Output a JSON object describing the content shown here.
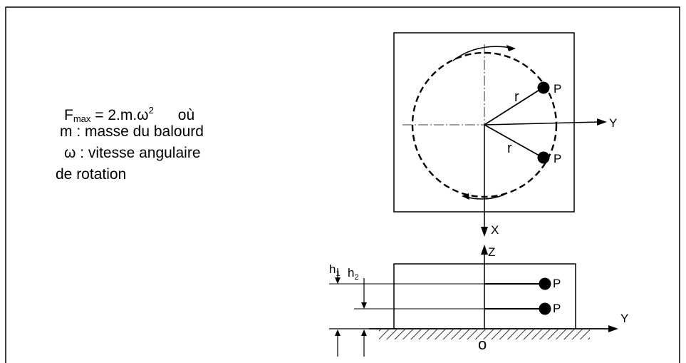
{
  "formula": {
    "f_symbol": "F",
    "f_sub": "max",
    "f_rhs": " = 2.m.ω",
    "f_exp": "2",
    "ou": "où",
    "line2": "m : masse du balourd",
    "line3": "ω : vitesse angulaire",
    "line4": "de rotation"
  },
  "top_view": {
    "axis_y": "Y",
    "axis_x": "X",
    "radius_label_1": "r",
    "radius_label_2": "r",
    "mass_label_1": "P",
    "mass_label_2": "P"
  },
  "side_view": {
    "axis_z": "Z",
    "axis_y": "Y",
    "origin": "o",
    "h1": "h",
    "h1_sub": "1",
    "h2": "h",
    "h2_sub": "2",
    "mass_label_1": "P",
    "mass_label_2": "P"
  }
}
